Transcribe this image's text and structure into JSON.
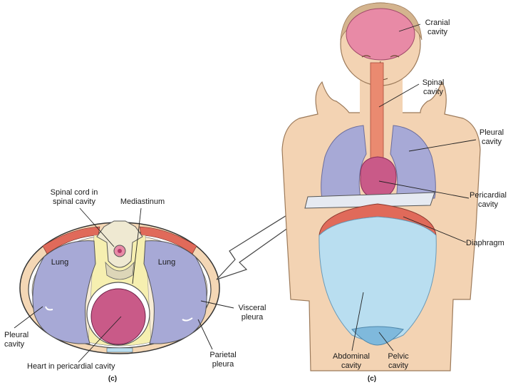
{
  "colors": {
    "cranial_spinal": "#e88aa6",
    "pleural": "#a7a9d6",
    "pericardial": "#c95a88",
    "abdominal": "#b9def0",
    "pelvic": "#7fb9dc",
    "diaphragm": "#e06a5a",
    "skin": "#f3d3b3",
    "mediastinum": "#f6efb0"
  },
  "cross_section": {
    "plate_label": "(c)",
    "labels": {
      "spinal_cord": "Spinal cord in\nspinal cavity",
      "mediastinum": "Mediastinum",
      "lung_left": "Lung",
      "lung_right": "Lung",
      "pleural_cavity": "Pleural\ncavity",
      "visceral_pleura": "Visceral\npleura",
      "parietal_pleura": "Parietal\npleura",
      "heart": "Heart in pericardial cavity"
    }
  },
  "body_figure": {
    "plate_label": "(c)",
    "labels": {
      "cranial": "Cranial\ncavity",
      "spinal": "Spinal\ncavity",
      "pleural": "Pleural\ncavity",
      "pericardial": "Pericardial\ncavity",
      "diaphragm": "Diaphragm",
      "abdominal": "Abdominal\ncavity",
      "pelvic": "Pelvic\ncavity"
    }
  }
}
